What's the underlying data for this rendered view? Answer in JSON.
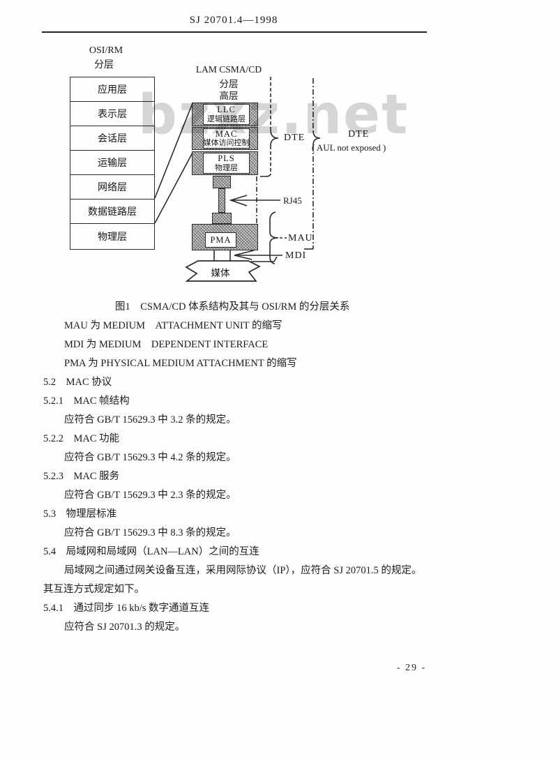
{
  "page": {
    "title": "SJ 20701.4—1998",
    "watermark": "bzxz.net",
    "page_number": "- 29 -"
  },
  "figure": {
    "osi": {
      "header_line1": "OSI/RM",
      "header_line2": "分层",
      "layers": [
        "应用层",
        "表示层",
        "会话层",
        "运输层",
        "网络层",
        "数据链路层",
        "物理层"
      ]
    },
    "csma": {
      "header_line1": "LAM CSMA/CD",
      "header_line2": "分层",
      "header_line3": "高层",
      "llc": {
        "abbr": "LLC",
        "name": "逻辑链路层"
      },
      "mac": {
        "abbr": "MAC",
        "name": "媒体访问控制"
      },
      "pls": {
        "abbr": "PLS",
        "name": "物理层"
      },
      "pma": {
        "abbr": "PMA"
      },
      "media_label": "媒体"
    },
    "annotations": {
      "dte_inner": "DTE",
      "dte_outer": "DTE",
      "dte_outer_note": "( AUL not exposed )",
      "rj45": "RJ45",
      "mau": "MAU",
      "mdi": "MDI"
    },
    "caption": "图1　CSMA/CD 体系结构及其与 OSI/RM 的分层关系"
  },
  "content": {
    "lines": [
      "MAU 为 MEDIUM　ATTACHMENT UNIT 的缩写",
      "MDI 为 MEDIUM　DEPENDENT INTERFACE",
      "PMA 为 PHYSICAL MEDIUM ATTACHMENT 的缩写",
      "5.2　MAC 协议",
      "5.2.1　MAC 帧结构",
      "应符合 GB/T 15629.3 中 3.2 条的规定。",
      "5.2.2　MAC 功能",
      "应符合 GB/T 15629.3 中 4.2 条的规定。",
      "5.2.3　MAC 服务",
      "应符合 GB/T 15629.3 中 2.3 条的规定。",
      "5.3　物理层标准",
      "应符合 GB/T 15629.3 中 8.3 条的规定。",
      "5.4　局域网和局域网（LAN—LAN）之间的互连",
      "局域网之间通过网关设备互连，采用网际协议（IP），应符合 SJ 20701.5 的规定。",
      "其互连方式规定如下。",
      "5.4.1　通过同步 16 kb/s 数字通道互连",
      "应符合 SJ 20701.3 的规定。"
    ]
  }
}
